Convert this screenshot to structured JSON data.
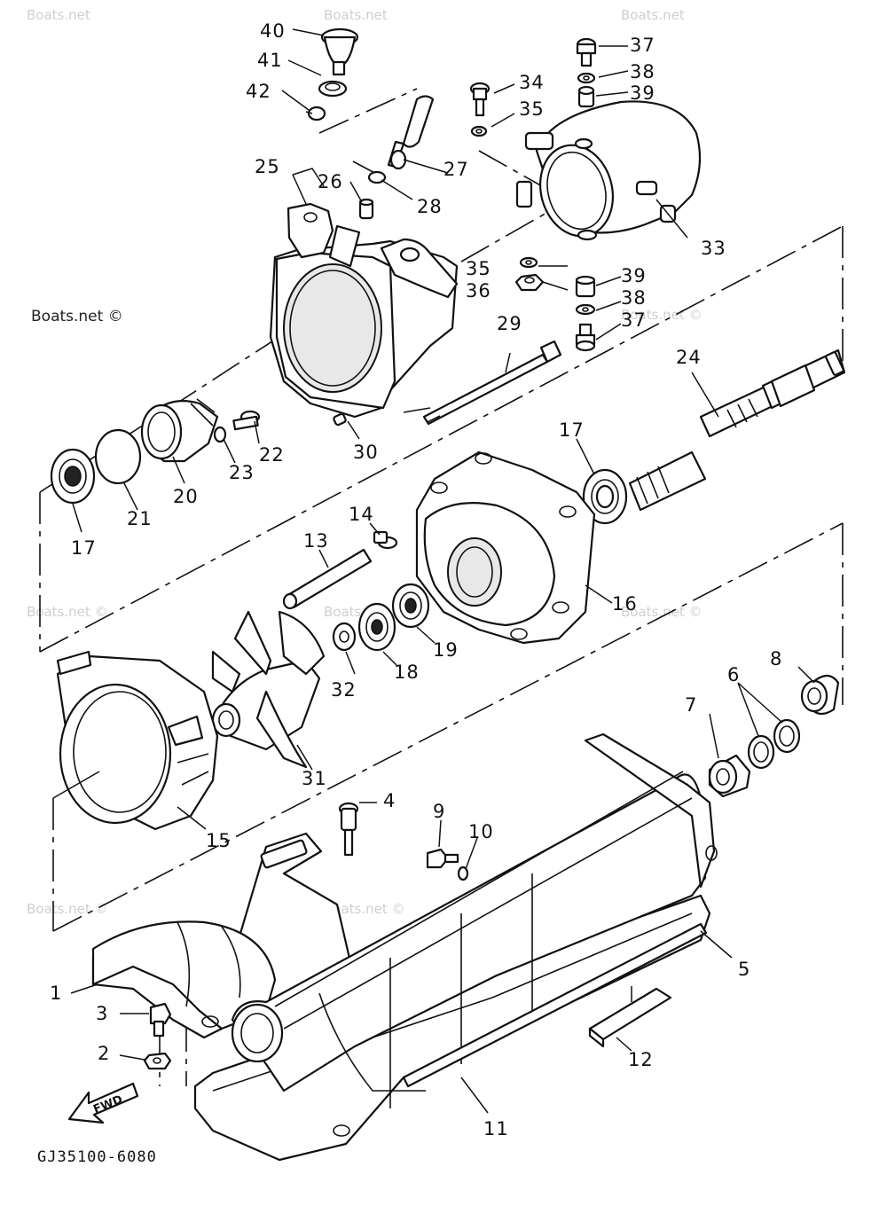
{
  "watermarks": {
    "main": "Boats.net ©",
    "faint": "Boats.net"
  },
  "diagram_code": "GJ35100-6080",
  "direction_label": "FWD",
  "callouts": [
    "40",
    "41",
    "42",
    "37",
    "38",
    "39",
    "34",
    "35",
    "27",
    "25",
    "26",
    "28",
    "33",
    "35",
    "36",
    "39",
    "38",
    "37",
    "29",
    "24",
    "17",
    "22",
    "23",
    "20",
    "21",
    "17",
    "30",
    "14",
    "13",
    "16",
    "18",
    "19",
    "32",
    "31",
    "15",
    "8",
    "7",
    "6",
    "4",
    "9",
    "10",
    "5",
    "1",
    "3",
    "2",
    "12",
    "11"
  ]
}
